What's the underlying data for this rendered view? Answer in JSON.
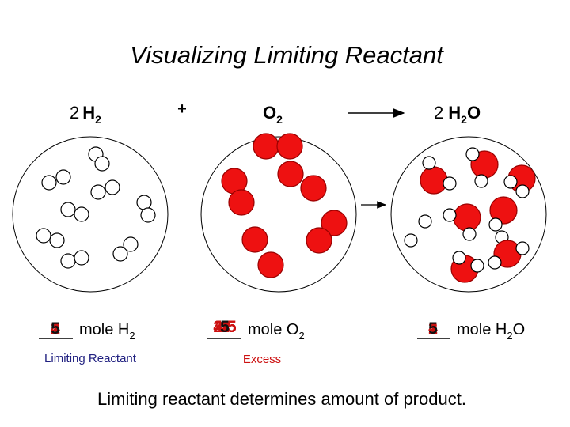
{
  "title": "Visualizing Limiting Reactant",
  "equation": {
    "h2": {
      "coefficient": "2",
      "formula": "H",
      "subscript": "2"
    },
    "plus": "+",
    "o2": {
      "formula": "O",
      "subscript": "2"
    },
    "h2o": {
      "coefficient": "2",
      "formula_h": "H",
      "subscript": "2",
      "formula_o": "O"
    }
  },
  "labels": {
    "h2_count_overlay": [
      "1",
      "2",
      "3",
      "4",
      "5"
    ],
    "h2_mole_text": "mole H",
    "h2_sub": "2",
    "h2_role": "Limiting Reactant",
    "o2_count_overlay": [
      "1",
      "2",
      "2.5",
      "3",
      "3.5",
      "4",
      "4.5",
      "5"
    ],
    "o2_mole_text": "mole O",
    "o2_sub": "2",
    "o2_role": "Excess",
    "h2o_count_overlay": [
      "1",
      "2",
      "3",
      "4",
      "5"
    ],
    "h2o_mole_text": "mole H",
    "h2o_sub": "2",
    "h2o_tail": "O"
  },
  "conclusion": "Limiting reactant determines amount of product.",
  "colors": {
    "hydrogen": "#ffffff",
    "oxygen": "#ee1111",
    "outline": "#000000",
    "role_limiting": "#202080",
    "role_excess": "#cc1111"
  }
}
